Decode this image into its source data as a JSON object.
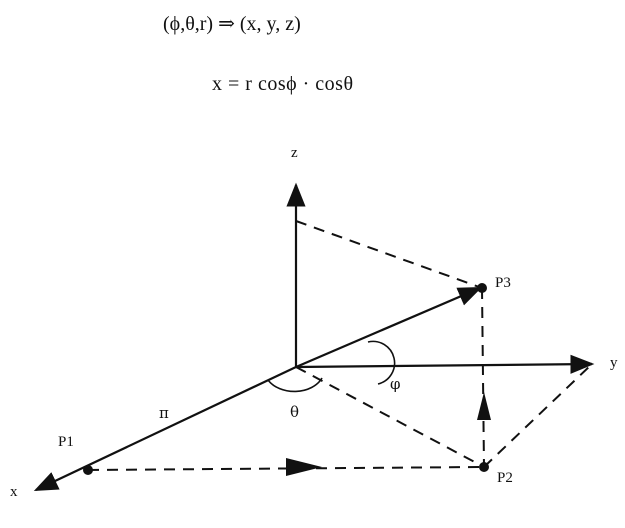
{
  "formulas": {
    "transform": "(ϕ,θ,r) ⇒ (x, y, z)",
    "x_equation": "x = r cosϕ · cosθ"
  },
  "labels": {
    "axis_z": "z",
    "axis_y": "y",
    "axis_x": "x",
    "point_p1": "P1",
    "point_p2": "P2",
    "point_p3": "P3",
    "radius": "π",
    "angle_theta": "θ",
    "angle_phi": "φ"
  }
}
